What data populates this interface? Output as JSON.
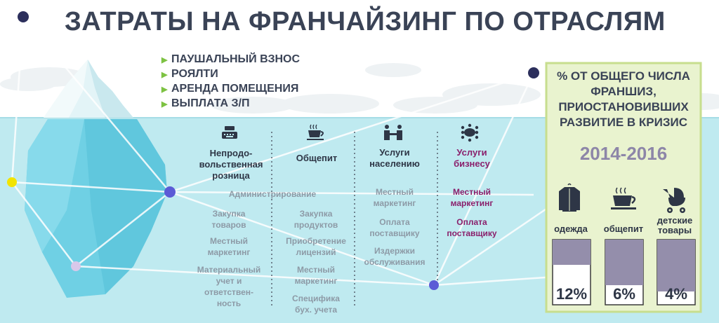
{
  "title": "ЗАТРАТЫ НА ФРАНЧАЙЗИНГ ПО ОТРАСЛЯМ",
  "cost_types": [
    "ПАУШАЛЬНЫЙ ВЗНОС",
    "РОЯЛТИ",
    "АРЕНДА ПОМЕЩЕНИЯ",
    "ВЫПЛАТА З/П"
  ],
  "industries": [
    {
      "name": "Непродо-вольственная розница",
      "name_lines": [
        "Непродо-",
        "вольственная",
        "розница"
      ],
      "icon": "typewriter-icon",
      "items": [
        [
          "Закупка",
          "товаров"
        ],
        [
          "Местный",
          "маркетинг"
        ],
        [
          "Материальный",
          "учет и",
          "ответствен-",
          "ность"
        ]
      ]
    },
    {
      "name": "Общепит",
      "name_lines": [
        "Общепит"
      ],
      "icon": "coffee-cup-icon",
      "items": [
        [
          "Закупка",
          "продуктов"
        ],
        [
          "Приобретение",
          "лицензий"
        ],
        [
          "Местный",
          "маркетинг"
        ],
        [
          "Специфика",
          "бух. учета"
        ]
      ]
    },
    {
      "name": "Услуги населению",
      "name_lines": [
        "Услуги",
        "населению"
      ],
      "icon": "service-people-icon",
      "items": [
        [
          "Местный",
          "маркетинг"
        ],
        [
          "Оплата",
          "поставщику"
        ],
        [
          "Издержки",
          "обслуживания"
        ]
      ]
    },
    {
      "name": "Услуги бизнесу",
      "name_lines": [
        "Услуги",
        "бизнесу"
      ],
      "icon": "meeting-table-icon",
      "items": [
        [
          "Местный",
          "маркетинг"
        ],
        [
          "Оплата",
          "поставщику"
        ]
      ]
    }
  ],
  "shared_cost": "Администрирование",
  "panel": {
    "title_lines": [
      "% ОТ ОБЩЕГО ЧИСЛА",
      "ФРАНШИЗ,",
      "ПРИОСТАНОВИВШИХ",
      "РАЗВИТИЕ В КРИЗИС"
    ],
    "years": "2014-2016"
  },
  "chart_data": {
    "type": "bar",
    "title": "% ОТ ОБЩЕГО ЧИСЛА ФРАНШИЗ, ПРИОСТАНОВИВШИХ РАЗВИТИЕ В КРИЗИС",
    "subtitle": "2014-2016",
    "categories": [
      "одежда",
      "общепит",
      "детские товары"
    ],
    "category_lines": [
      [
        "одежда"
      ],
      [
        "общепит"
      ],
      [
        "детские",
        "товары"
      ]
    ],
    "icons": [
      "jacket-icon",
      "coffee-cup-icon",
      "stroller-icon"
    ],
    "values": [
      12,
      6,
      4
    ],
    "value_labels": [
      "12%",
      "6%",
      "4%"
    ],
    "ylim": [
      0,
      15
    ]
  },
  "colors": {
    "title": "#3a4356",
    "sea": "#bfeaf0",
    "sky": "#ffffff",
    "panel_bg": "#e9f3cf",
    "panel_border": "#c7de8e",
    "bar_fill": "#948eab",
    "bar_outline": "#3a3a3a",
    "accent_purple": "#8a1f6b",
    "muted_text": "#8d9aa6",
    "bullet_arrow": "#7dc242",
    "node_navy": "#2c2f5c",
    "node_blue": "#5b5bd6",
    "node_yellow": "#f2e400",
    "node_lilac": "#d8c8ea",
    "iceberg": "#6fd0e4"
  }
}
